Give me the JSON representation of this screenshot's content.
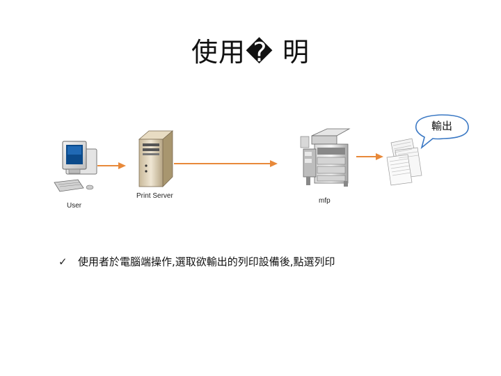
{
  "slide": {
    "title": "使用� 明",
    "bubble_text": "輸出",
    "bullet_text": "使用者於電腦端操作,選取欲輸出的列印設備後,點選列印",
    "bullet_icon": "checkmark-icon"
  },
  "diagram": {
    "nodes": [
      {
        "id": "user",
        "label": "User",
        "icon": "desktop-computer-icon"
      },
      {
        "id": "server",
        "label": "Print Server",
        "icon": "server-tower-icon"
      },
      {
        "id": "mfp",
        "label": "mfp",
        "icon": "multifunction-printer-icon"
      },
      {
        "id": "output",
        "label": "",
        "icon": "printed-pages-icon"
      }
    ],
    "arrow_color": "#E8893A"
  }
}
